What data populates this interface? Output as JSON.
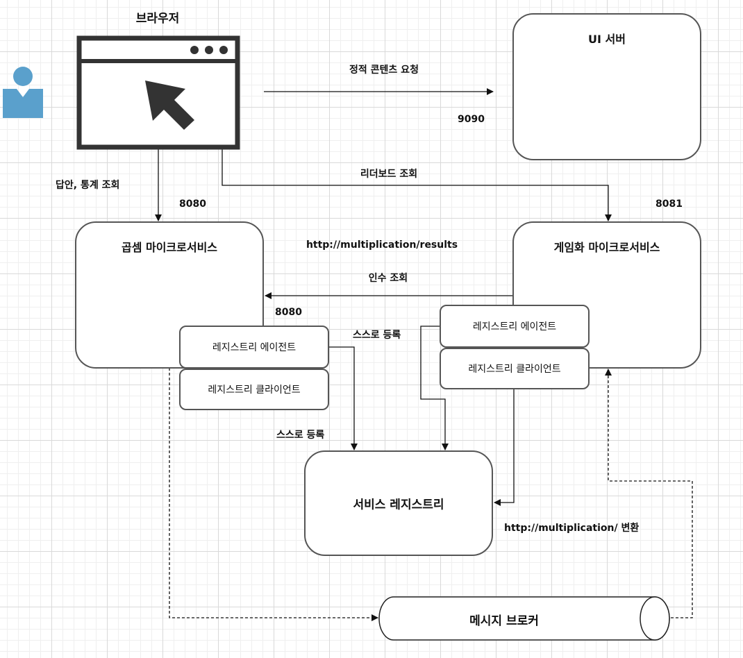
{
  "actor": {
    "icon": "user-icon"
  },
  "browser": {
    "title": "브라우저",
    "icon": "browser-window-icon"
  },
  "ui_server": {
    "title": "UI 서버"
  },
  "multiplication_service": {
    "title": "곱셈 마이크로서비스",
    "registry_agent": "레지스트리 에이전트",
    "registry_client": "레지스트리 클라이언트"
  },
  "gamification_service": {
    "title": "게임화 마이크로서비스",
    "registry_agent": "레지스트리 에이전트",
    "registry_client": "레지스트리 클라이언트"
  },
  "service_registry": {
    "title": "서비스 레지스트리"
  },
  "message_broker": {
    "title": "메시지 브로커"
  },
  "edges": {
    "static_content": {
      "label": "정적 콘텐츠 요청",
      "port": "9090"
    },
    "answer_stats": {
      "label": "답안, 통계 조회",
      "port": "8080"
    },
    "leaderboard": {
      "label": "리더보드 조회",
      "port": "8081"
    },
    "results_url": {
      "label": "http://multiplication/results"
    },
    "factor_lookup": {
      "label": "인수 조회",
      "port": "8080"
    },
    "self_register_game": {
      "label": "스스로 등록"
    },
    "self_register_mult": {
      "label": "스스로 등록"
    },
    "translate_url": {
      "label": "http://multiplication/ 변환"
    }
  },
  "colors": {
    "actor": "#5aa0cc",
    "stroke": "#555555",
    "line": "#111111"
  }
}
